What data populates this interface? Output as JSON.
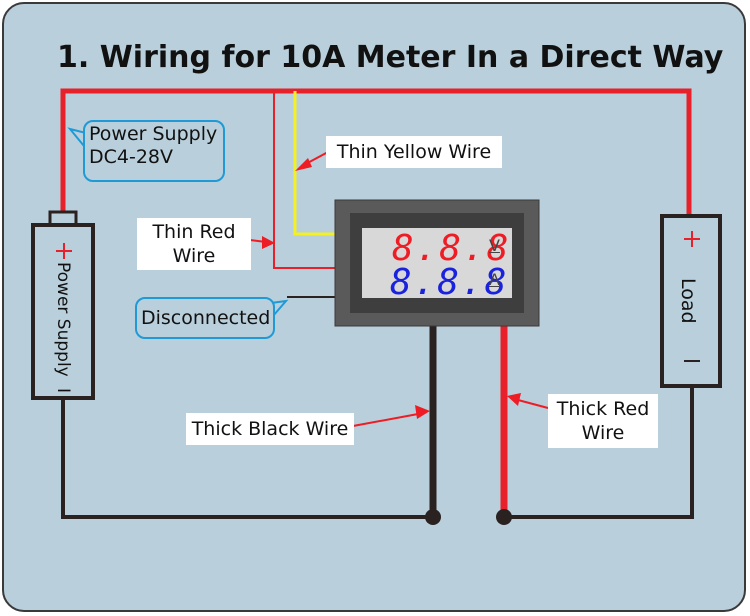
{
  "title": "1. Wiring for 10A Meter In a Direct Way",
  "callouts": {
    "power_supply": [
      "Power Supply",
      "DC4-28V"
    ],
    "disconnected": "Disconnected"
  },
  "labels": {
    "thin_yellow_wire": "Thin Yellow Wire",
    "thin_red_wire": [
      "Thin Red",
      "Wire"
    ],
    "thick_black_wire": "Thick Black Wire",
    "thick_red_wire": [
      "Thick Red",
      "Wire"
    ]
  },
  "power_supply": {
    "label": "Power Supply",
    "positive": "+",
    "negative": "I"
  },
  "load": {
    "label": "Load",
    "positive": "+",
    "negative": "−"
  },
  "meter": {
    "voltage_display": "8.8.8",
    "current_display": "8.8.8",
    "voltage_unit": "V",
    "current_unit": "A"
  },
  "colors": {
    "background": "#b9cfdb",
    "red_wire": "#e8202a",
    "black_wire": "#2a2220",
    "yellow_wire": "#f5f020",
    "callout_border": "#1f9ad6",
    "voltage_digits": "#ee1c24",
    "current_digits": "#1a22dd"
  }
}
